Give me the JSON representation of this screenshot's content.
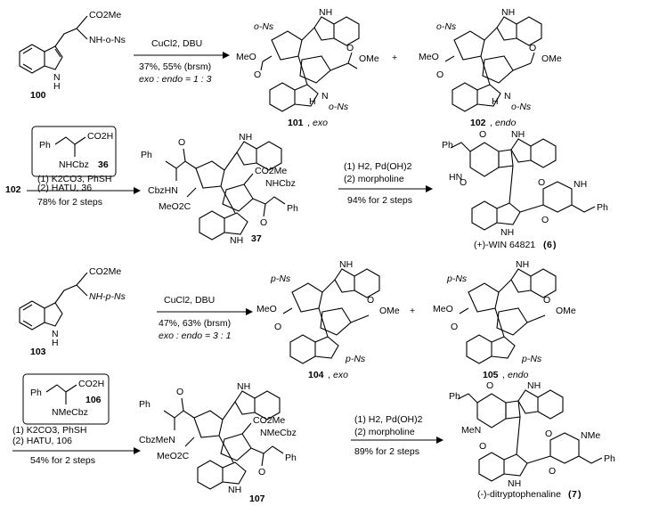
{
  "row1": {
    "start_compound": "100",
    "start_groups": {
      "ester": "CO2Me",
      "amine": "NH-o-Ns",
      "indole_nh": "N\nH"
    },
    "conditions": [
      "CuCl2, DBU",
      "37%, 55% (brsm)",
      "exo : endo = 1 : 3"
    ],
    "product1": {
      "number": "101",
      "label": "exo",
      "groups": [
        "o-Ns",
        "MeO",
        "O",
        "O",
        "OMe",
        "N",
        "H",
        "o-Ns"
      ]
    },
    "plus": "+",
    "product2": {
      "number": "102",
      "label": "endo",
      "groups": [
        "o-Ns",
        "MeO",
        "O",
        "O",
        "OMe",
        "N",
        "H",
        "o-Ns"
      ]
    }
  },
  "row2": {
    "reagent_box": {
      "groups": [
        "Ph",
        "CO2H",
        "NHCbz"
      ],
      "number": "36"
    },
    "start_compound": "102",
    "conditions": [
      "(1) K2CO3, PhSH",
      "(2) HATU, 36",
      "78% for 2 steps"
    ],
    "product": {
      "number": "37",
      "groups": [
        "Ph",
        "CbzHN",
        "MeO2C",
        "CO2Me",
        "NHCbz",
        "Ph",
        "O",
        "O"
      ]
    },
    "conditions2": [
      "(1) H2, Pd(OH)2",
      "(2) morpholine",
      "94% for 2 steps"
    ],
    "final": {
      "name": "(+)-WIN 64821",
      "number": "6",
      "groups": [
        "Ph",
        "O",
        "O",
        "O",
        "O",
        "NH",
        "HN",
        "Ph"
      ]
    }
  },
  "row3": {
    "start_compound": "103",
    "start_groups": {
      "ester": "CO2Me",
      "amine": "NH-p-Ns"
    },
    "conditions": [
      "CuCl2, DBU",
      "47%, 63% (brsm)",
      "exo : endo = 3 : 1"
    ],
    "product1": {
      "number": "104",
      "label": "exo",
      "groups": [
        "p-Ns",
        "MeO",
        "O",
        "O",
        "OMe",
        "p-Ns"
      ]
    },
    "plus": "+",
    "product2": {
      "number": "105",
      "label": "endo",
      "groups": [
        "p-Ns",
        "MeO",
        "O",
        "O",
        "OMe",
        "p-Ns"
      ]
    }
  },
  "row4": {
    "reagent_box": {
      "groups": [
        "Ph",
        "CO2H",
        "NMeCbz"
      ],
      "number": "106"
    },
    "conditions": [
      "(1) K2CO3, PhSH",
      "(2) HATU, 106",
      "54% for 2 steps"
    ],
    "product": {
      "number": "107",
      "groups": [
        "Ph",
        "CbzMeN",
        "MeO2C",
        "CO2Me",
        "NMeCbz",
        "Ph",
        "O",
        "O"
      ]
    },
    "conditions2": [
      "(1) H2, Pd(OH)2",
      "(2) morpholine",
      "89% for 2 steps"
    ],
    "final": {
      "name": "(-)-ditryptophenaline",
      "number": "7",
      "groups": [
        "Ph",
        "MeN",
        "O",
        "O",
        "O",
        "O",
        "NMe",
        "Ph"
      ]
    }
  }
}
